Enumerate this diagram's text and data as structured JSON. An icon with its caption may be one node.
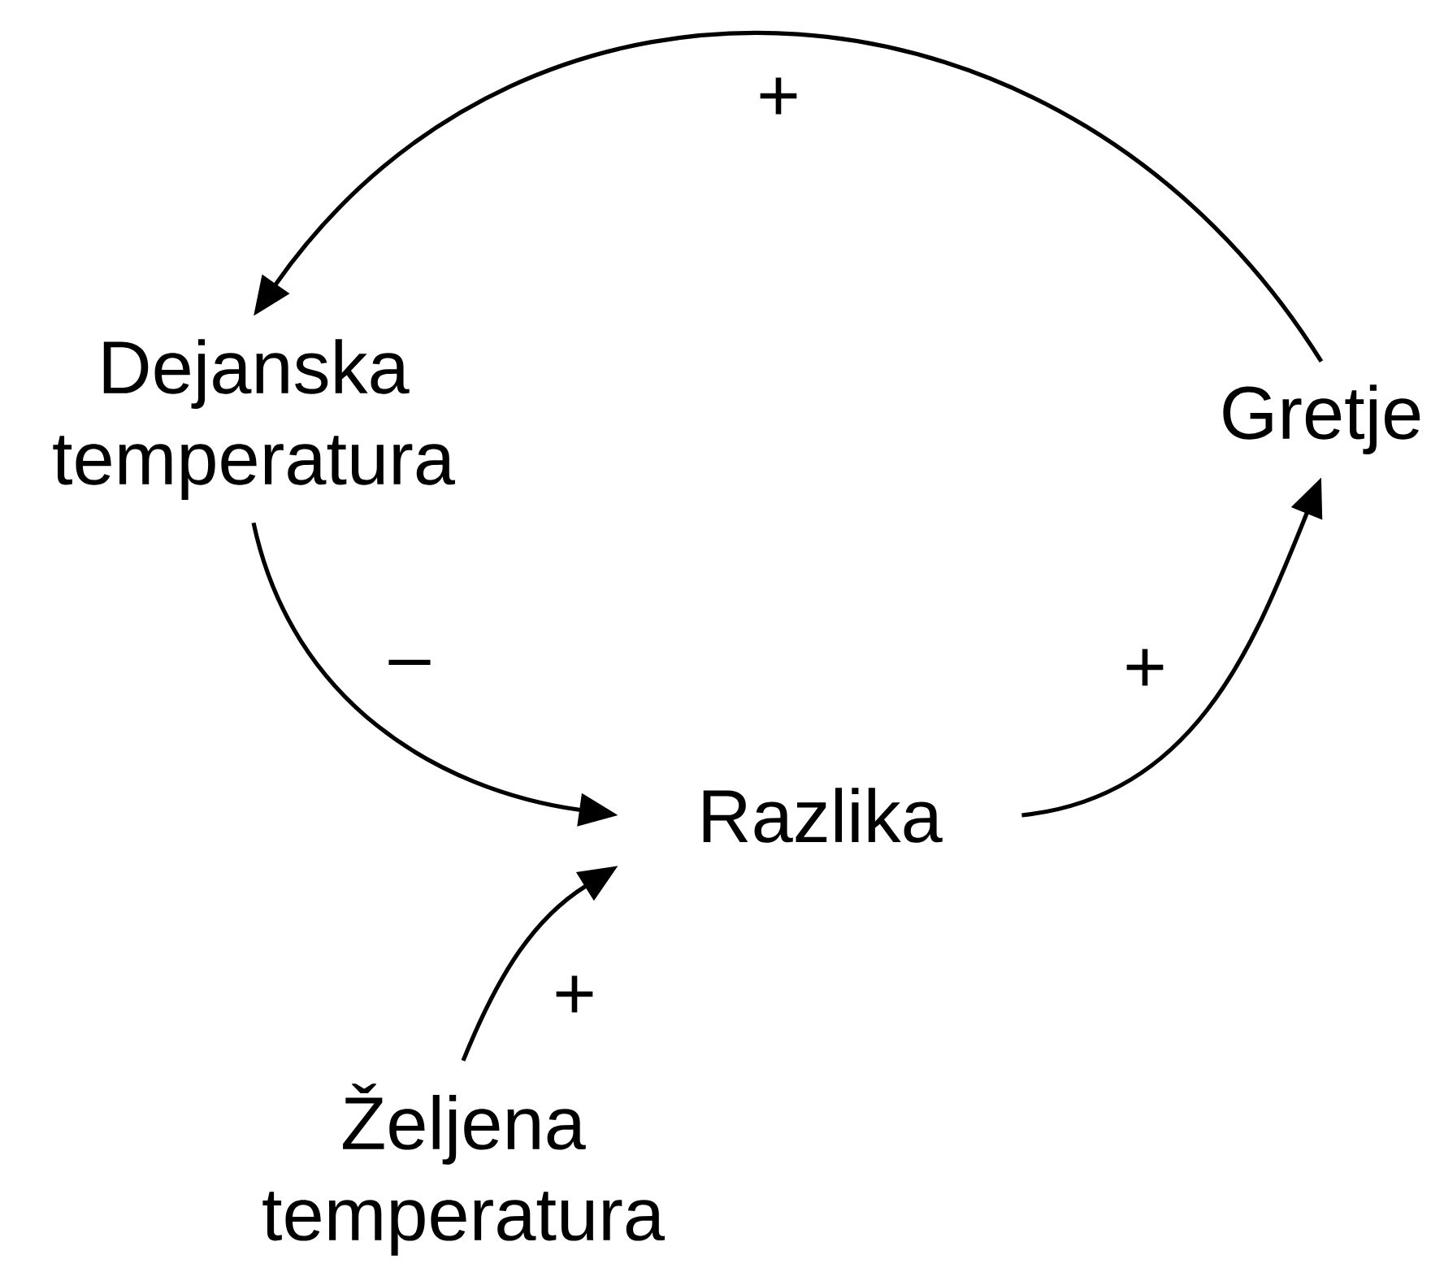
{
  "diagram": {
    "nodes": [
      {
        "text": [
          "Dejanska temperatura"
        ]
      },
      {
        "text": [
          "Gretje"
        ]
      },
      {
        "text": [
          "Razlika"
        ]
      },
      {
        "text": [
          "Željena temperatura"
        ]
      }
    ],
    "edges": [
      {
        "from": 1,
        "to": 0,
        "arrow": "to",
        "label": "+"
      },
      {
        "from": 0,
        "to": 2,
        "arrow": "to",
        "label": "–"
      },
      {
        "from": 2,
        "to": 1,
        "arrow": "to",
        "label": "+"
      },
      {
        "from": 3,
        "to": 2,
        "arrow": "to",
        "label": "+"
      }
    ]
  }
}
